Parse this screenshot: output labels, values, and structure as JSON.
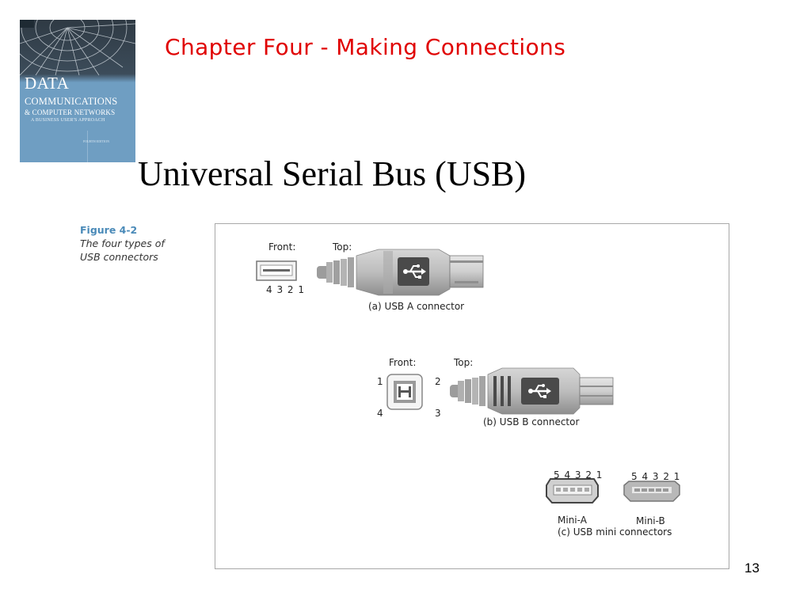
{
  "cover": {
    "title": "DATA",
    "subtitle_line1": "COMMUNICATIONS",
    "subtitle_line2": "& COMPUTER NETWORKS",
    "subtitle_line3": "A BUSINESS USER'S APPROACH",
    "edition": "FOURTH EDITION"
  },
  "header": {
    "chapter": "Chapter Four - Making Connections"
  },
  "slide": {
    "title": "Universal Serial Bus (USB)"
  },
  "figure": {
    "number": "Figure 4-2",
    "caption": "The four types of USB connectors",
    "a": {
      "front_label": "Front:",
      "top_label": "Top:",
      "pins": "4 3 2 1",
      "caption": "(a) USB A connector"
    },
    "b": {
      "front_label": "Front:",
      "top_label": "Top:",
      "pin1": "1",
      "pin2": "2",
      "pin3": "3",
      "pin4": "4",
      "caption": "(b) USB B connector"
    },
    "c": {
      "mini_a_pins": "5 4 3 2 1",
      "mini_b_pins": "5 4 3 2 1",
      "mini_a_label": "Mini-A",
      "mini_b_label": "Mini-B",
      "caption": "(c) USB mini connectors"
    }
  },
  "footer": {
    "page_number": "13"
  },
  "colors": {
    "chapter_text": "#e00000",
    "figure_number": "#4a8ab8",
    "cover_blue": "#6f9ec2"
  },
  "icons": [
    "usb-trident-icon",
    "usb-trident-icon"
  ]
}
